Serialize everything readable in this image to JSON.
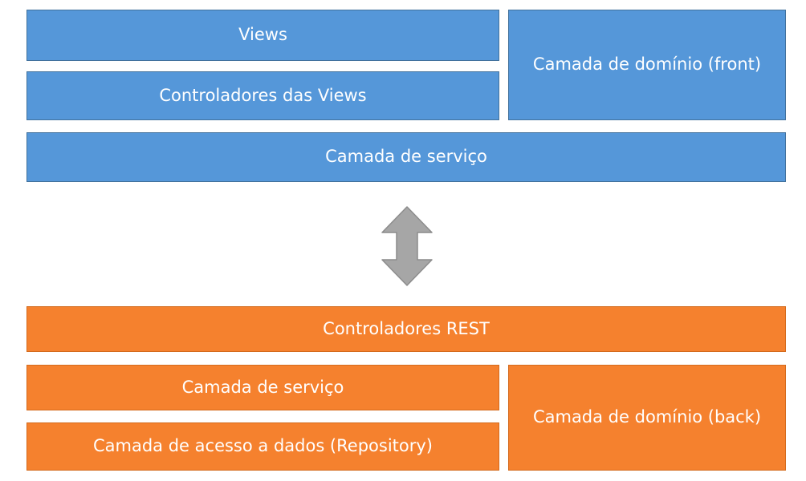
{
  "colors": {
    "front_fill": "#5597d9",
    "front_border": "#41719c",
    "back_fill": "#f5812e",
    "back_border": "#d46a1c",
    "arrow_fill": "#a6a6a6",
    "arrow_stroke": "#8c8c8c",
    "text": "#ffffff"
  },
  "front": {
    "views": "Views",
    "view_controllers": "Controladores das Views",
    "domain": "Camada de domínio (front)",
    "service": "Camada de serviço"
  },
  "connector": {
    "icon": "double-vertical-arrow-icon"
  },
  "back": {
    "rest_controllers": "Controladores REST",
    "service": "Camada de serviço",
    "data_access": "Camada de acesso a dados (Repository)",
    "domain": "Camada de domínio (back)"
  }
}
